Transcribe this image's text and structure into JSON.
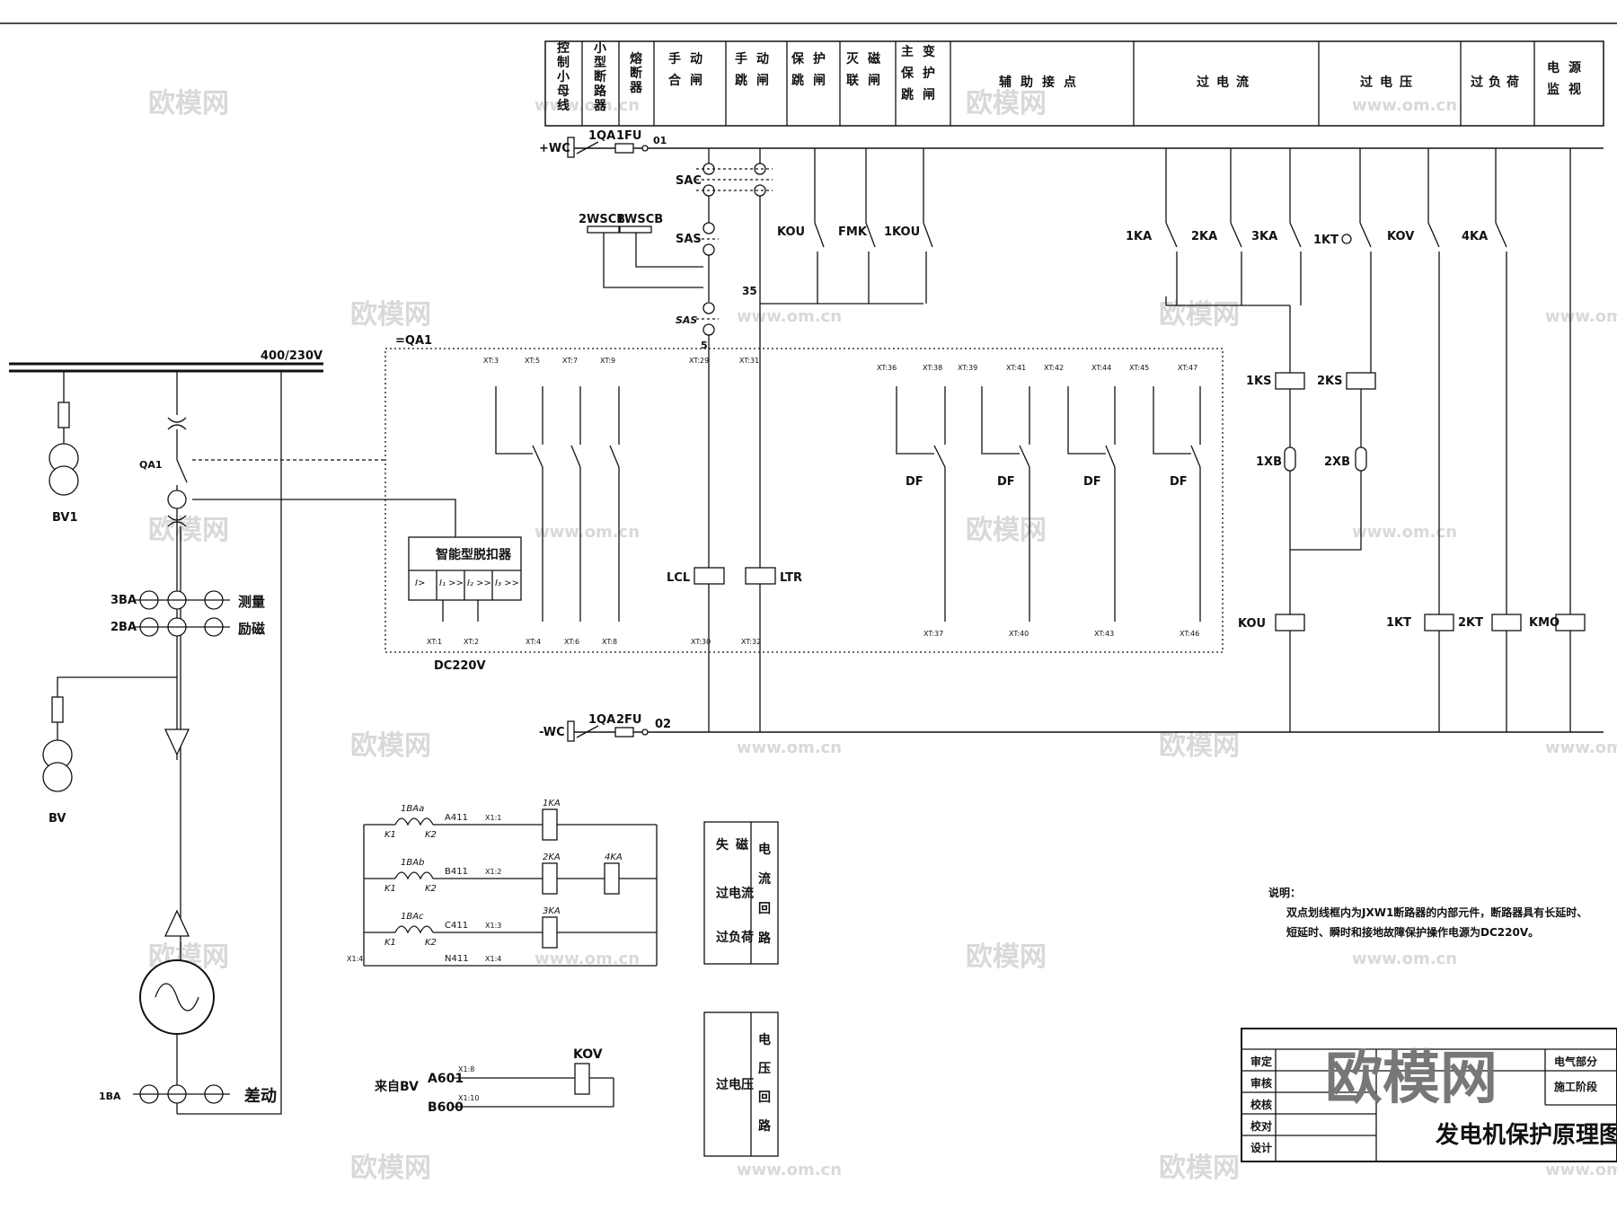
{
  "header": {
    "columns": [
      "控制小母线",
      "小型断路器",
      "熔断器",
      "手动合闸",
      "手动跳闸",
      "保护跳闸",
      "灭磁联闸",
      "主变保护跳闸",
      "辅助接点",
      "过电流",
      "过电压",
      "过负荷",
      "电源监视"
    ]
  },
  "bus": {
    "pos": "+WC",
    "neg": "-WC",
    "main": "400/230V",
    "qa": "1QA",
    "fu1": "1FU",
    "fu2": "2FU",
    "n1": "01",
    "n2": "02"
  },
  "labels": {
    "sac": "SAC",
    "sas": "SAS",
    "sas2": "SAS",
    "wscb2": "2WSCB",
    "wscb1": "1WSCB",
    "qa1box": "=QA1",
    "qa1": "QA1",
    "bv1": "BV1",
    "bv": "BV",
    "ba3": "3BA",
    "ba2": "2BA",
    "ba1": "1BA",
    "measure": "测量",
    "excite": "励磁",
    "diff": "差动",
    "trip_unit": "智能型脱扣器",
    "dc": "DC220V",
    "lcl": "LCL",
    "ltr": "LTR",
    "df": "DF",
    "kou": "KOU",
    "fmk": "FMK",
    "kou1": "1KOU",
    "n35": "35",
    "ka1": "1KA",
    "ka2": "2KA",
    "ka3": "3KA",
    "kt1": "1KT",
    "kov": "KOV",
    "ka4": "4KA",
    "ks1": "1KS",
    "ks2": "2KS",
    "xb1": "1XB",
    "xb2": "2XB",
    "coil_kt1": "1KT",
    "coil_kt2": "2KT",
    "coil_kmo": "KMO",
    "ctA": "1BAa",
    "ctB": "1BAb",
    "ctC": "1BAc",
    "k1": "K1",
    "k2": "K2",
    "a411": "A411",
    "b411": "B411",
    "c411": "C411",
    "n411": "N411",
    "kaA": "1KA",
    "kaB": "2KA",
    "kaC": "3KA",
    "ka4c": "4KA",
    "from_bv": "来自BV",
    "a601": "A601",
    "b600": "B600",
    "kovc": "KOV",
    "loop1a": "失磁",
    "loop1b": "过电流",
    "loop1c": "过负荷",
    "loop1side": "电流回路",
    "loop2a": "过电压",
    "loop2side": "电压回路"
  },
  "trip_unit_cells": [
    "I>",
    "I₁ >>",
    "I₂ >>",
    "I₃ >>"
  ],
  "terminals": {
    "top": [
      "XT:3",
      "XT:5",
      "XT:7",
      "XT:9",
      "XT:29",
      "XT:31",
      "XT:36",
      "XT:38",
      "XT:39",
      "XT:41",
      "XT:42",
      "XT:44",
      "XT:45",
      "XT:47"
    ],
    "bottom": [
      "XT:1",
      "XT:2",
      "XT:4",
      "XT:6",
      "XT:8",
      "XT:30",
      "XT:32",
      "XT:37",
      "XT:40",
      "XT:43",
      "XT:46"
    ],
    "ct": [
      "X1:1",
      "X1:2",
      "X1:3",
      "X1:4",
      "X1:4"
    ],
    "pt": [
      "X1:8",
      "X1:10"
    ]
  },
  "notes": {
    "title": "说明：",
    "line1": "双点划线框内为JXW1断路器的内部元件，断路器具有长延时、",
    "line2": "短延时、瞬时和接地故障保护操作电源为DC220V。"
  },
  "titleblock": {
    "rows": [
      "审定",
      "审核",
      "校核",
      "校对",
      "设计"
    ],
    "logo": "欧模网",
    "right1": "电气部分",
    "right2": "施工阶段",
    "drawing_title": "发电机保护原理图"
  },
  "watermarks": [
    "欧模网",
    "www.om.cn",
    "om.cn"
  ],
  "colors": {
    "line": "#111111",
    "watermark": "#d9d9d9"
  }
}
